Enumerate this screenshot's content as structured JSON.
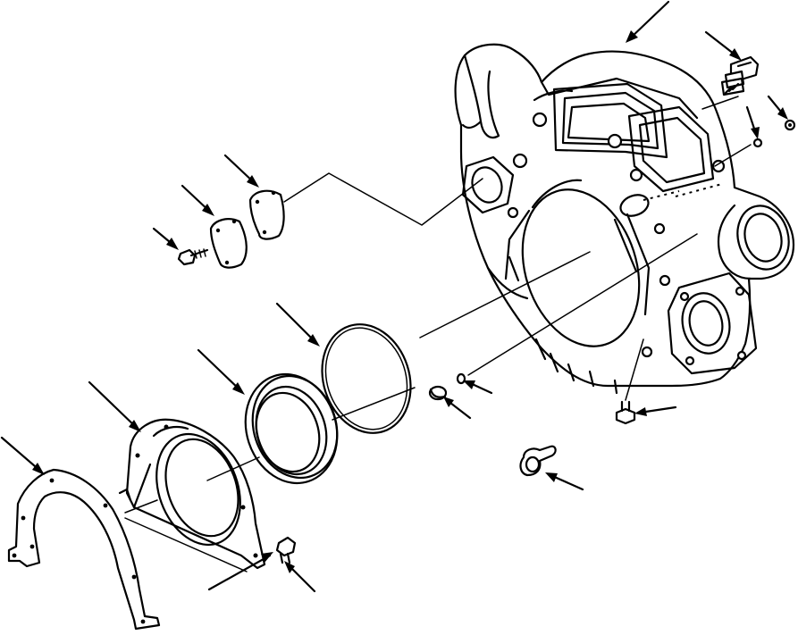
{
  "diagram": {
    "parts": [
      {
        "id": "flywheel-housing",
        "icon": "flywheel-housing-icon"
      },
      {
        "id": "housing-bolt",
        "icon": "bolt-icon"
      },
      {
        "id": "dowel-pin",
        "icon": "pin-icon"
      },
      {
        "id": "washer",
        "icon": "washer-icon"
      },
      {
        "id": "inspection-cover",
        "icon": "cover-icon"
      },
      {
        "id": "cover-gasket",
        "icon": "gasket-icon"
      },
      {
        "id": "cover-screw",
        "icon": "screw-icon"
      },
      {
        "id": "o-ring",
        "icon": "ring-icon"
      },
      {
        "id": "rear-oil-seal",
        "icon": "seal-icon"
      },
      {
        "id": "seal-carrier",
        "icon": "carrier-icon"
      },
      {
        "id": "carrier-gasket",
        "icon": "gasket-icon"
      },
      {
        "id": "carrier-bolt",
        "icon": "bolt-icon"
      },
      {
        "id": "plug",
        "icon": "plug-icon"
      },
      {
        "id": "small-o-ring",
        "icon": "ring-icon"
      },
      {
        "id": "drain-plug",
        "icon": "plug-icon"
      },
      {
        "id": "clip",
        "icon": "clip-icon"
      }
    ]
  }
}
